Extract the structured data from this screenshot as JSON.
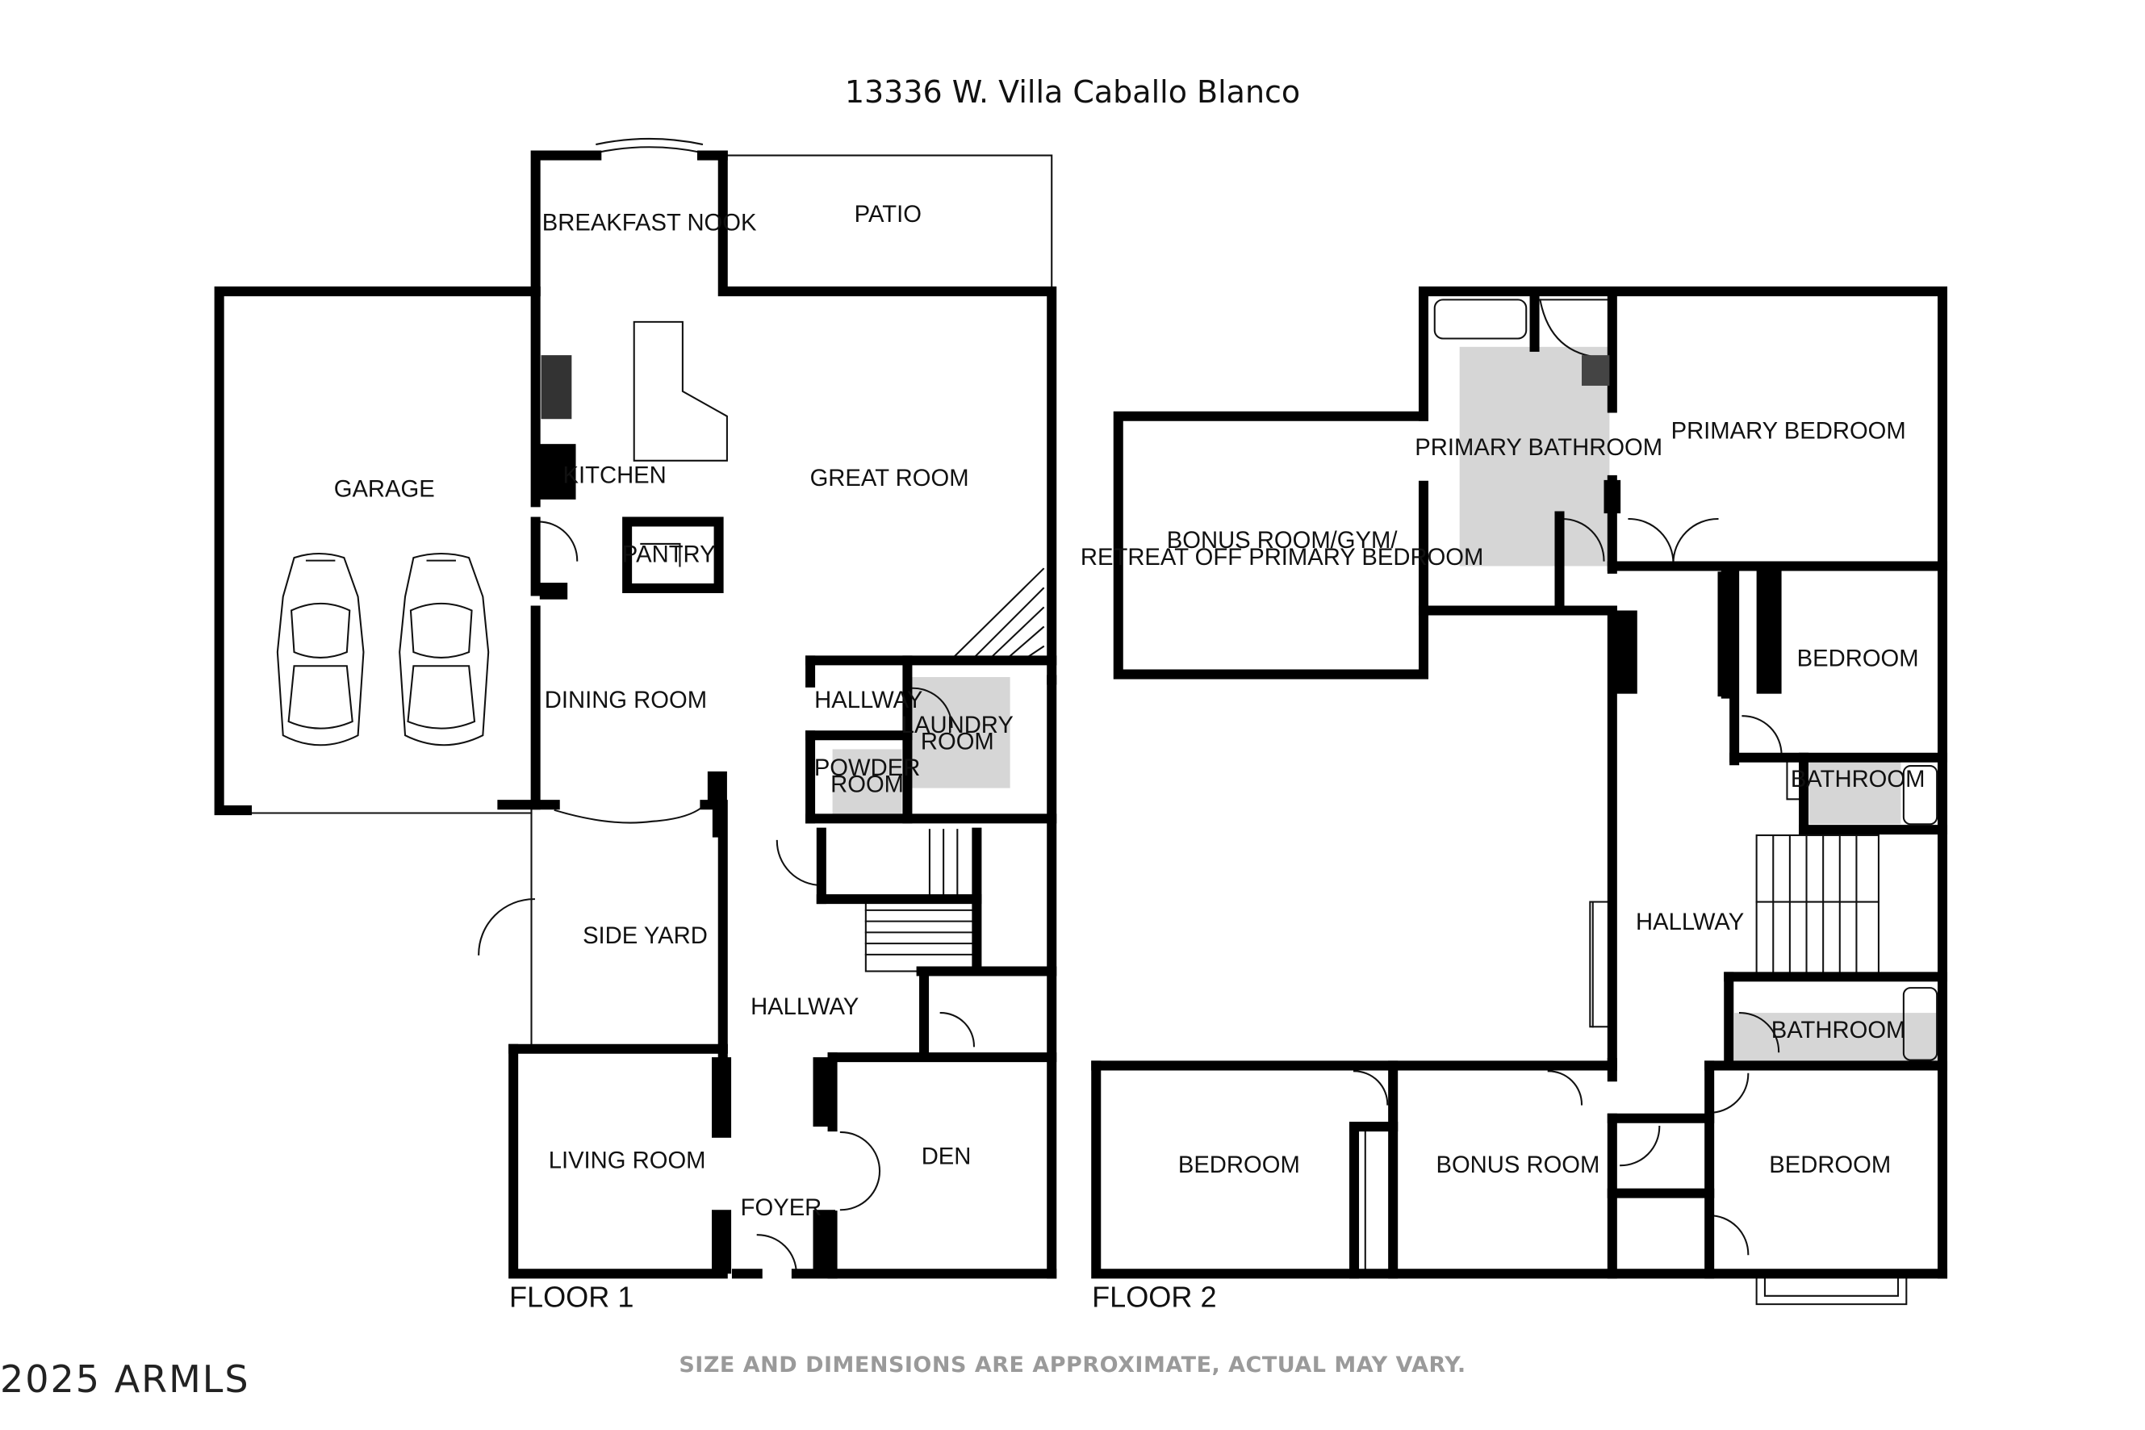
{
  "title": "13336 W. Villa Caballo Blanco",
  "footer_note": "SIZE AND DIMENSIONS ARE APPROXIMATE, ACTUAL MAY VARY.",
  "copyright": "2025 ARMLS",
  "floors": [
    {
      "label": "FLOOR 1",
      "rooms": [
        "BREAKFAST NOOK",
        "PATIO",
        "GARAGE",
        "KITCHEN",
        "GREAT ROOM",
        "PANTRY",
        "DINING ROOM",
        "HALLWAY",
        "LAUNDRY",
        "ROOM",
        "POWDER",
        "ROOM",
        "SIDE YARD",
        "HALLWAY",
        "LIVING ROOM",
        "DEN",
        "FOYER"
      ]
    },
    {
      "label": "FLOOR 2",
      "rooms": [
        "PRIMARY BATHROOM",
        "PRIMARY BEDROOM",
        "BONUS ROOM/GYM/",
        "RETREAT OFF PRIMARY BEDROOM",
        "BEDROOM",
        "BATHROOM",
        "HALLWAY",
        "BATHROOM",
        "BEDROOM",
        "BONUS ROOM",
        "BEDROOM"
      ]
    }
  ]
}
